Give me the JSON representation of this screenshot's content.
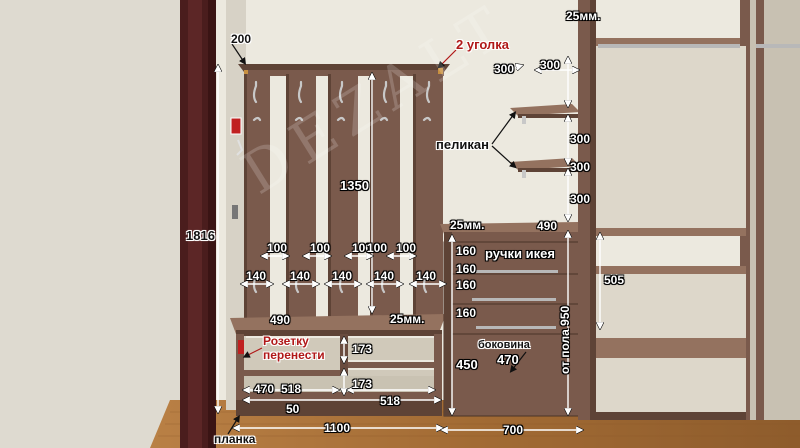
{
  "watermark": "DEZALT",
  "labels": {
    "hooks_depth": "200",
    "corner_brackets": "2 уголка",
    "shelf_depth": "300",
    "shelf_width": "300",
    "wardrobe_top_thickness": "25мм.",
    "pelican": "пеликан",
    "shelf_gap_top": "300",
    "shelf_gap_mid": "300",
    "shelf_gap_bottom": "300",
    "total_height": "1816",
    "board_height": "1350",
    "board_gap_1": "100",
    "board_gap_2": "100",
    "board_gap_3": "100",
    "board_gap_4": "100",
    "board_gap_5": "100",
    "board_w_1": "140",
    "board_w_2": "140",
    "board_w_3": "140",
    "board_w_4": "140",
    "board_w_5": "140",
    "drawer_top_thickness": "25мм.",
    "drawer_unit_depth": "490",
    "drawer_1": "160",
    "drawer_2": "160",
    "drawer_3": "160",
    "drawer_4": "160",
    "ikea_handles": "ручки икея",
    "wardrobe_section": "505",
    "from_floor": "от пола 950",
    "side_panel": "боковина",
    "side_panel_depth": "470",
    "plinth_height": "450",
    "bench_depth": "490",
    "bench_top_thickness": "25мм.",
    "socket_move_1": "Розетку",
    "socket_move_2": "перенести",
    "cubby_h_1": "173",
    "cubby_h_2": "173",
    "bench_inner_depth": "470",
    "bench_inner_width_1": "518",
    "bench_inner_width_2": "518",
    "plinth_gap": "50",
    "bench_width": "1100",
    "drawer_unit_width": "700",
    "plinth_strip": "планка"
  },
  "colors": {
    "wall": "#ece9df",
    "wood": "#7a5a4c",
    "wood_dark": "#5e4336",
    "wood_light": "#94725f",
    "floor": "#a8733a",
    "door_frame": "#4a1d1d",
    "callout_red": "#b01818"
  },
  "icons": [
    "coat-hook-icon",
    "wall-socket-icon",
    "light-switch-icon",
    "clothes-rail-icon",
    "shelf-bracket-icon",
    "drawer-handle-icon"
  ]
}
